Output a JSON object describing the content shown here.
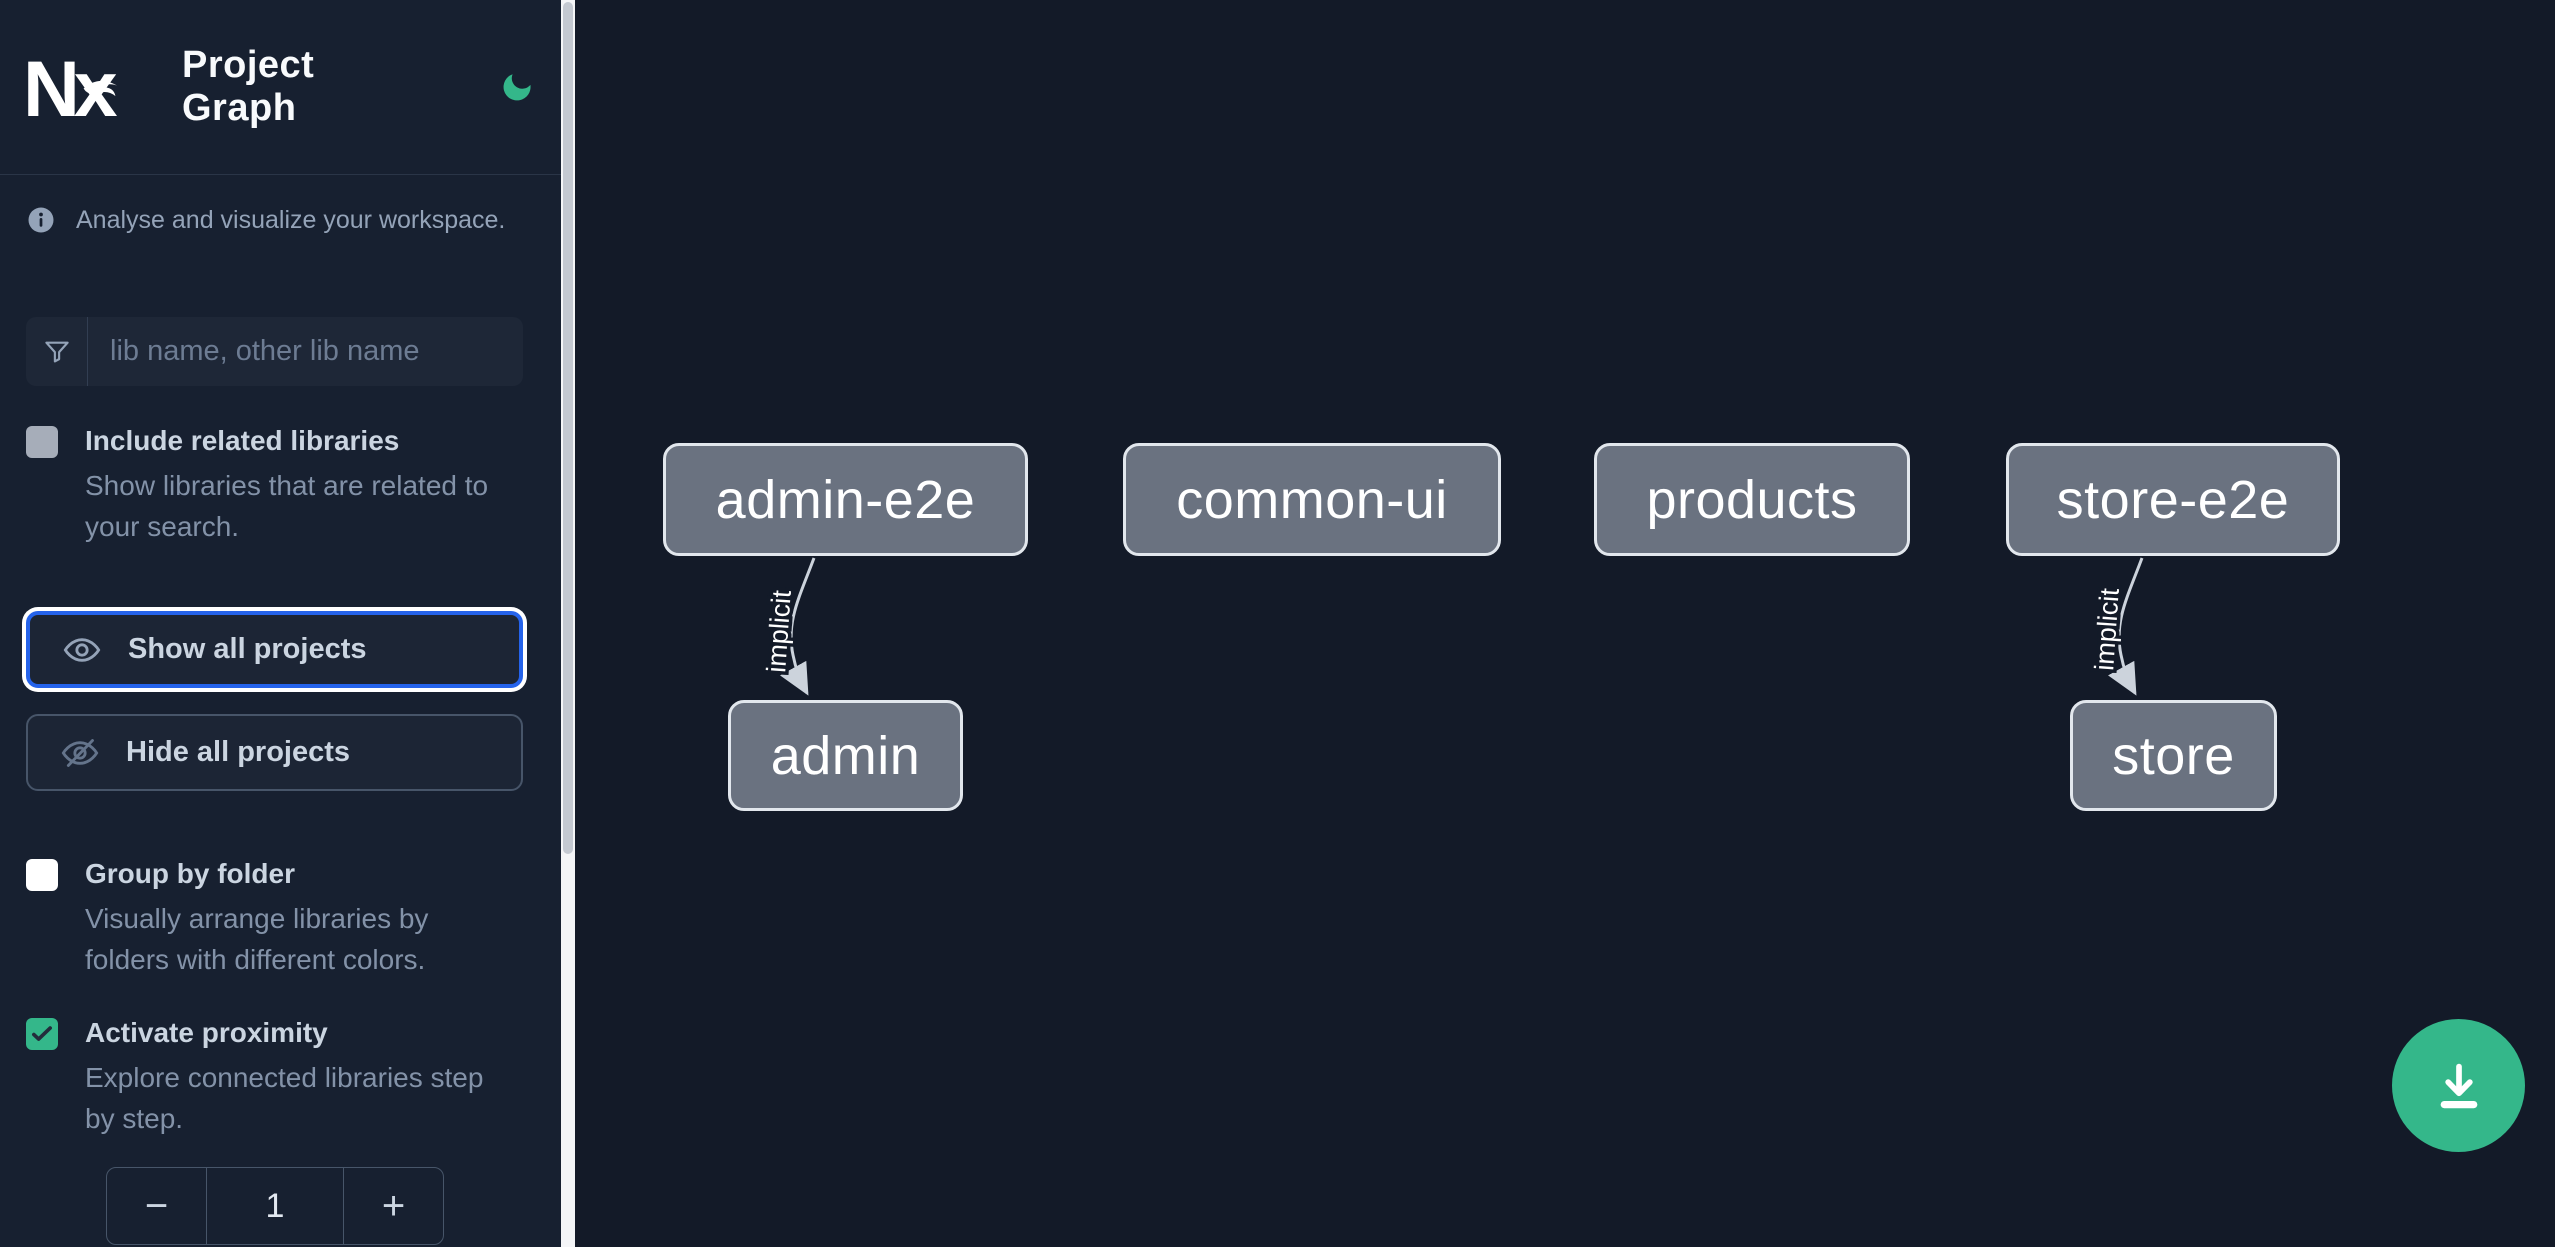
{
  "header": {
    "logo_text": "Nx",
    "title": "Project Graph"
  },
  "intro": {
    "text": "Analyse and visualize your workspace."
  },
  "search": {
    "placeholder": "lib name, other lib name",
    "value": ""
  },
  "options": [
    {
      "label": "Include related libraries",
      "description": "Show libraries that are related to your search.",
      "checked": false
    },
    {
      "label": "Group by folder",
      "description": "Visually arrange libraries by folders with different colors.",
      "checked": false
    },
    {
      "label": "Activate proximity",
      "description": "Explore connected libraries step by step.",
      "checked": true
    }
  ],
  "buttons": {
    "show_all": "Show all projects",
    "hide_all": "Hide all projects"
  },
  "proximity_stepper": {
    "decrement": "−",
    "value": "1",
    "increment": "+"
  },
  "graph": {
    "nodes": [
      {
        "label": "admin-e2e"
      },
      {
        "label": "common-ui"
      },
      {
        "label": "products"
      },
      {
        "label": "store-e2e"
      },
      {
        "label": "admin"
      },
      {
        "label": "store"
      }
    ],
    "edges": [
      {
        "from": "admin-e2e",
        "to": "admin",
        "label": "implicit"
      },
      {
        "from": "store-e2e",
        "to": "store",
        "label": "implicit"
      }
    ]
  },
  "colors": {
    "accent_green": "#34b78a",
    "focus_blue": "#2563eb",
    "node_fill": "#6a7280",
    "node_border": "#e2e7ed",
    "edge": "#ccd3dc",
    "sidebar_bg": "#172030",
    "canvas_bg": "#131a28"
  }
}
